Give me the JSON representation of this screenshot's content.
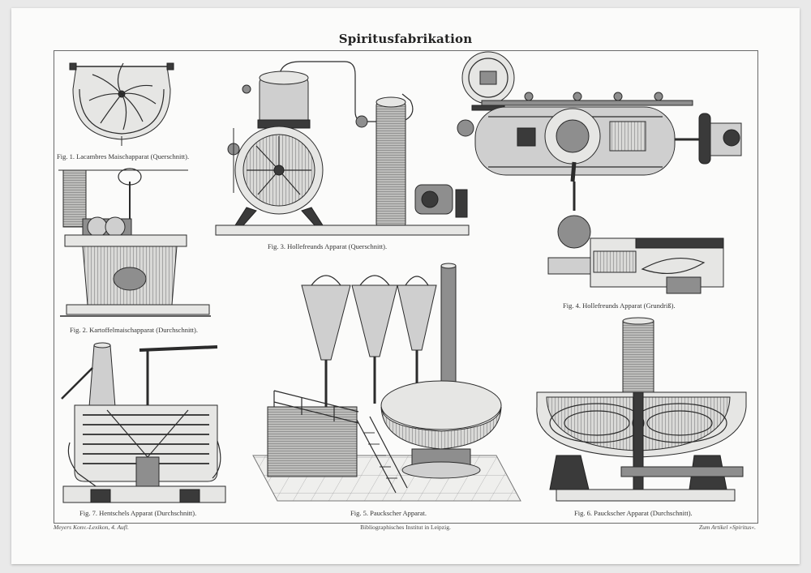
{
  "plate": {
    "title": "Spiritusfabrikation",
    "figures": [
      {
        "id": "fig1",
        "caption": "Fig. 1. Lacambres Maischapparat (Querschnitt)."
      },
      {
        "id": "fig2",
        "caption": "Fig. 2. Kartoffelmaischapparat (Durchschnitt)."
      },
      {
        "id": "fig3",
        "caption": "Fig. 3. Hollefreunds Apparat (Querschnitt)."
      },
      {
        "id": "fig4",
        "caption": "Fig. 4. Hollefreunds Apparat (Grundriß)."
      },
      {
        "id": "fig5",
        "caption": "Fig. 5. Pauckscher Apparat."
      },
      {
        "id": "fig6",
        "caption": "Fig. 6. Pauckscher Apparat (Durchschnitt)."
      },
      {
        "id": "fig7",
        "caption": "Fig. 7. Hentschels Apparat (Durchschnitt)."
      }
    ],
    "footer": {
      "left": "Meyers Konv.-Lexikon, 4. Aufl.",
      "center": "Bibliographisches Institut in Leipzig.",
      "right": "Zum Artikel »Spiritus«."
    }
  }
}
